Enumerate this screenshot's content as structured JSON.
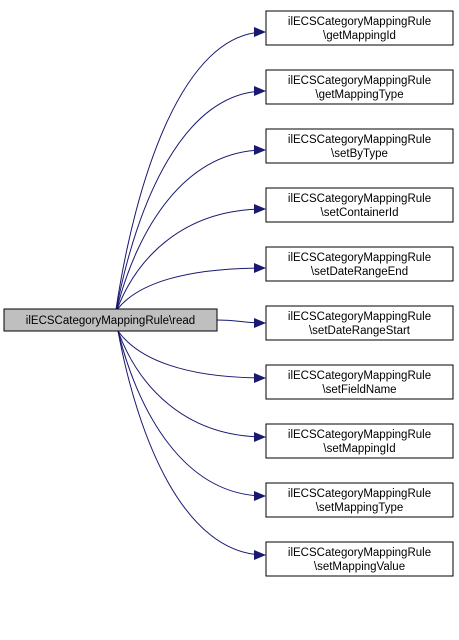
{
  "colors": {
    "edge": "#191970",
    "root_fill": "#bfbfbf",
    "node_fill": "#ffffff",
    "node_border": "#000000",
    "background": "#ffffff"
  },
  "root": {
    "label": "ilECSCategoryMappingRule\\read"
  },
  "callees": [
    {
      "line1": "ilECSCategoryMappingRule",
      "line2": "\\getMappingId"
    },
    {
      "line1": "ilECSCategoryMappingRule",
      "line2": "\\getMappingType"
    },
    {
      "line1": "ilECSCategoryMappingRule",
      "line2": "\\setByType"
    },
    {
      "line1": "ilECSCategoryMappingRule",
      "line2": "\\setContainerId"
    },
    {
      "line1": "ilECSCategoryMappingRule",
      "line2": "\\setDateRangeEnd"
    },
    {
      "line1": "ilECSCategoryMappingRule",
      "line2": "\\setDateRangeStart"
    },
    {
      "line1": "ilECSCategoryMappingRule",
      "line2": "\\setFieldName"
    },
    {
      "line1": "ilECSCategoryMappingRule",
      "line2": "\\setMappingId"
    },
    {
      "line1": "ilECSCategoryMappingRule",
      "line2": "\\setMappingType"
    },
    {
      "line1": "ilECSCategoryMappingRule",
      "line2": "\\setMappingValue"
    }
  ]
}
